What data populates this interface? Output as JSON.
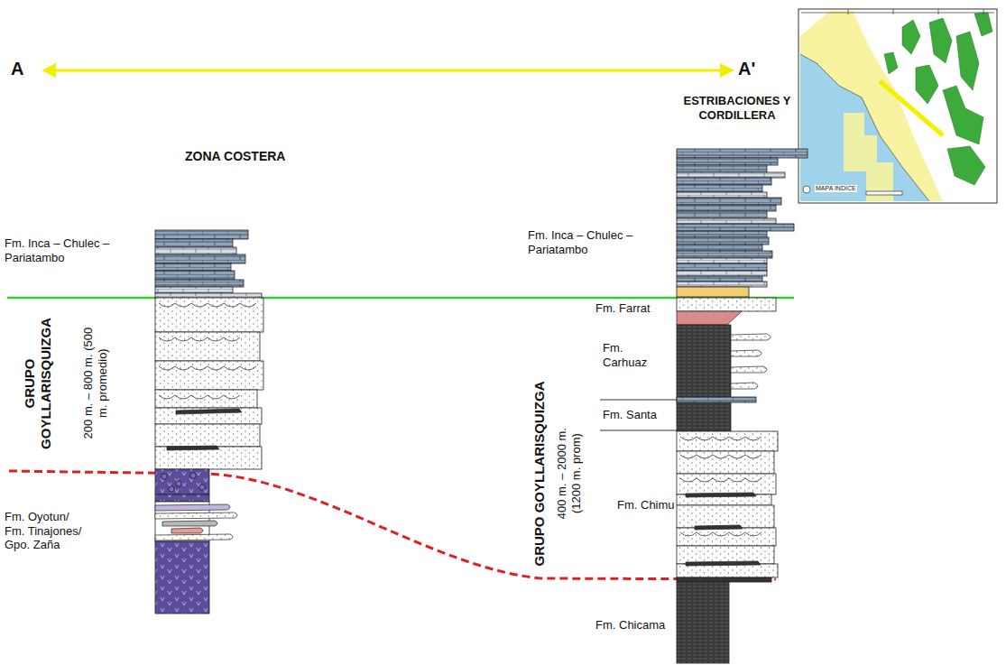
{
  "diagram": {
    "labels": [
      "A",
      "A'",
      "ESTRIBACIONES Y CORDILLERA",
      "MAPA INDICE",
      "ZONA COSTERA",
      "Fm. Inca – Chulec – Pariatambo",
      "GRUPO GOYLLARISQUIZGA",
      "200 m. – 800 m. (500 m. promedio)",
      "Fm. Oyotun/ Fm. Tinajones/ Gpo. Zaña",
      "Fm. Inca – Chulec – Pariatambo",
      "Fm. Farrat",
      "Fm. Carhuaz",
      "Fm. Santa",
      "GRUPO GOYLLARISQUIZGA",
      "400 m. – 2000 m. (1200 m. prom)",
      "Fm. Chimu",
      "Fm. Chicama"
    ]
  }
}
